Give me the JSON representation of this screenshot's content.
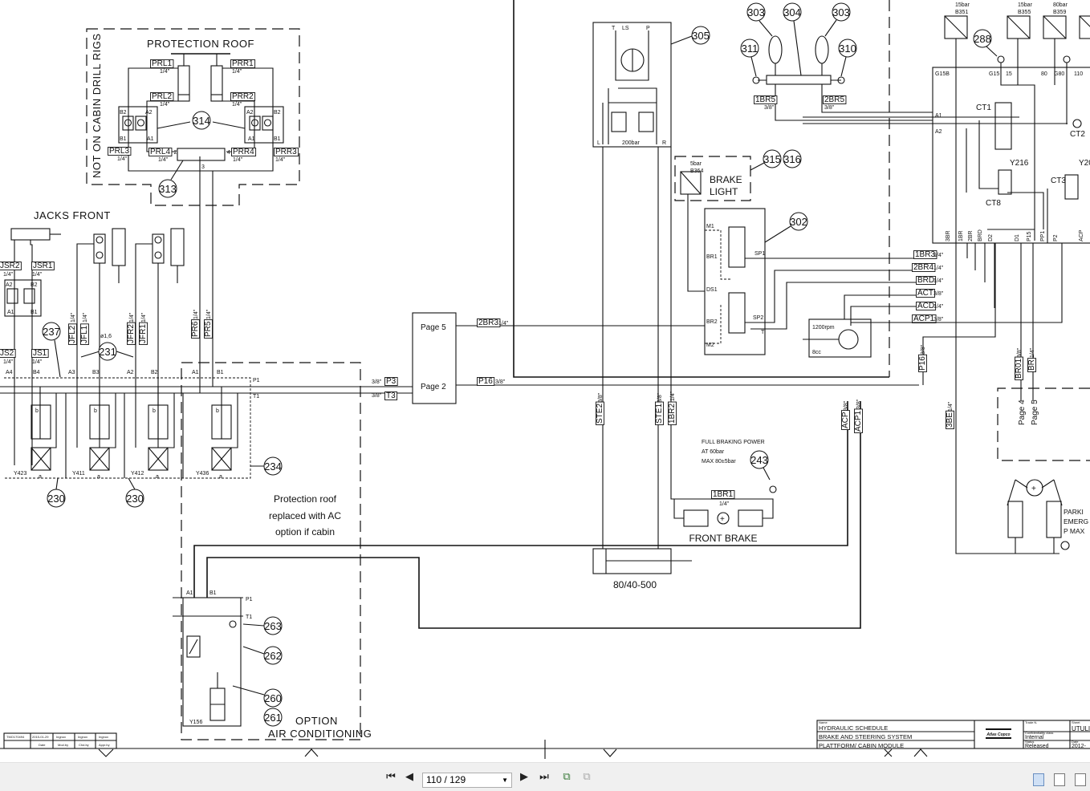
{
  "viewer": {
    "page_indicator": "110 / 129",
    "buttons": [
      "first-page",
      "previous-page",
      "next-page",
      "last-page",
      "rotate",
      "extract"
    ],
    "view_modes": [
      "single-page",
      "continuous",
      "facing"
    ],
    "active_view_mode": "single-page"
  },
  "sizes": {
    "q": "1/4\"",
    "e": "3/8\""
  },
  "protection_roof": {
    "title": "PROTECTION ROOF",
    "side_note": "NOT ON CABIN DRILL RIGS",
    "tags": {
      "prl1": "PRL1",
      "prr1": "PRR1",
      "prl2": "PRL2",
      "prr2": "PRR2",
      "prl3": "PRL3",
      "prl4": "PRL4",
      "prr4": "PRR4",
      "prr3": "PRR3"
    },
    "ports": {
      "b2": "B2",
      "a2": "A2",
      "b1": "B1",
      "a1": "A1",
      "p2": "2",
      "p3": "3",
      "p4": "4"
    },
    "callouts": {
      "c314": "314",
      "c313": "313"
    }
  },
  "jacks": {
    "title": "JACKS FRONT",
    "tags": {
      "jsr2": "JSR2",
      "jsr1": "JSR1",
      "js2": "JS2",
      "js1": "JS1",
      "jfl2": "JFL2",
      "jfl1": "JFL1",
      "jfr2": "JFR2",
      "jfr1": "JFR1",
      "pr6": "PR6",
      "pr5": "PR5"
    },
    "ports": {
      "a4": "A4",
      "b4": "B4",
      "a3": "A3",
      "b3": "B3",
      "a2": "A2",
      "b2": "B2",
      "a1": "A1",
      "b1": "B1",
      "p1": "P1",
      "t1": "T1",
      "va2": "A2",
      "vb2": "B2",
      "va1": "A1",
      "vb1": "B1"
    },
    "orifice": "ø1,6",
    "valves": [
      "Y423",
      "Y411",
      "Y412",
      "Y436"
    ],
    "spool_letters": {
      "a": "a",
      "b": "b"
    },
    "callouts": {
      "c237": "237",
      "c231": "231",
      "c230a": "230",
      "c230b": "230",
      "c234": "234"
    }
  },
  "connector": {
    "page5": "Page 5",
    "page2": "Page 2",
    "tags": {
      "p3": "P3",
      "t3": "T3",
      "bbr3": "2BR3",
      "p16": "P16"
    }
  },
  "ac_option": {
    "note": [
      "Protection roof",
      "replaced with AC",
      "option if cabin"
    ],
    "ports": {
      "a1": "A1",
      "b1": "B1",
      "p1": "P1",
      "t1": "T1"
    },
    "valve": "Y156",
    "title": [
      "OPTION",
      "AIR CONDITIONING"
    ],
    "callouts": {
      "c263": "263",
      "c262": "262",
      "c260": "260",
      "c261": "261"
    }
  },
  "steering": {
    "ports": {
      "t": "T",
      "ls": "LS",
      "p": "P",
      "l": "L",
      "r": "R"
    },
    "relief": "200bar",
    "callouts": {
      "c305": "305"
    },
    "tags": {
      "ste2": "STE2",
      "ste1": "STE1",
      "bbr2": "1BR2"
    },
    "cylinder": "80/40-500"
  },
  "accumulators": {
    "callouts": {
      "c303a": "303",
      "c304": "304",
      "c303b": "303",
      "c311": "311",
      "c310": "310"
    },
    "tags": {
      "br5a": "1BR5",
      "br5b": "2BR5"
    }
  },
  "brake_light": {
    "sensor": [
      "5bar",
      "B364"
    ],
    "label": [
      "BRAKE",
      "LIGHT"
    ],
    "callouts": {
      "c315": "315",
      "c316": "316"
    }
  },
  "brake_valve": {
    "ports": {
      "m1": "M1",
      "br1": "BR1",
      "ds1": "DS1",
      "br2": "BR2",
      "m2": "M2",
      "sp1": "SP1",
      "sp2": "SP2",
      "t": "T"
    },
    "callouts": {
      "c302": "302"
    }
  },
  "pump": {
    "speed": "1200rpm",
    "displacement": "8cc"
  },
  "front_brake": {
    "note": [
      "FULL BRAKING POWER",
      "AT 60bar",
      "MAX 80±5bar"
    ],
    "tag": "1BR1",
    "label": "FRONT BRAKE",
    "callouts": {
      "c243": "243"
    }
  },
  "right_block": {
    "sensors": [
      [
        "15bar",
        "B351"
      ],
      [
        "15bar",
        "B355"
      ],
      [
        "80bar",
        "B359"
      ]
    ],
    "top_ports": [
      "G15B",
      "G15",
      "15",
      "80",
      "G80",
      "110"
    ],
    "side_ports": [
      "A1",
      "A2"
    ],
    "components": {
      "ct1": "CT1",
      "ct2": "CT2",
      "ct3": "CT3",
      "ct8": "CT8",
      "y216": "Y216",
      "y20": "Y20"
    },
    "bottom_ports": [
      "3BR",
      "1BR",
      "2BR",
      "BRD",
      "D2",
      "D1",
      "P15",
      "PP1",
      "P2",
      "ACP"
    ],
    "callouts": {
      "c288": "288"
    },
    "line_tags": [
      [
        "1BR3",
        "1/4\""
      ],
      [
        "2BR4",
        "1/4\""
      ],
      [
        "BRD",
        "1/4\""
      ],
      [
        "ACT",
        "3/8\""
      ],
      [
        "ACD",
        "1/4\""
      ],
      [
        "ACP1",
        "3/8\""
      ]
    ]
  },
  "lower_right": {
    "tags": {
      "acp": "ACP",
      "acp1": "ACP1",
      "p16": "P16",
      "bbe": "3BE",
      "br01": "BR01",
      "br": "BR"
    },
    "pages": [
      "Page 4",
      "Page 5"
    ],
    "parking_note": [
      "PARKI",
      "EMERG",
      "P MAX"
    ]
  },
  "title_block": {
    "left": {
      "doc": "TMO170494",
      "date": "2015-01-29",
      "by1": "Ingnox",
      "by2": "Ingnox",
      "by3": "Ingnox",
      "h_date": "Date",
      "h_mod": "Mod.by",
      "h_chk": "Chd.by",
      "h_appr": "Appr.by"
    },
    "right": {
      "name_label": "Name",
      "line1": "HYDRAULIC SCHEDULE",
      "line2": "BRAKE AND STEERING SYSTEM",
      "line3": "PLATTFORM/ CABIN MODULE",
      "conf_label": "Confidentiality class",
      "conf": "Internal",
      "status_label": "Status",
      "status": "Released",
      "sheet_label": "Sheet",
      "sheet": "UTULI",
      "date_label": "Date",
      "date": "2012-",
      "trade_label": "Trade N."
    },
    "logo": "Atlas Copco"
  }
}
